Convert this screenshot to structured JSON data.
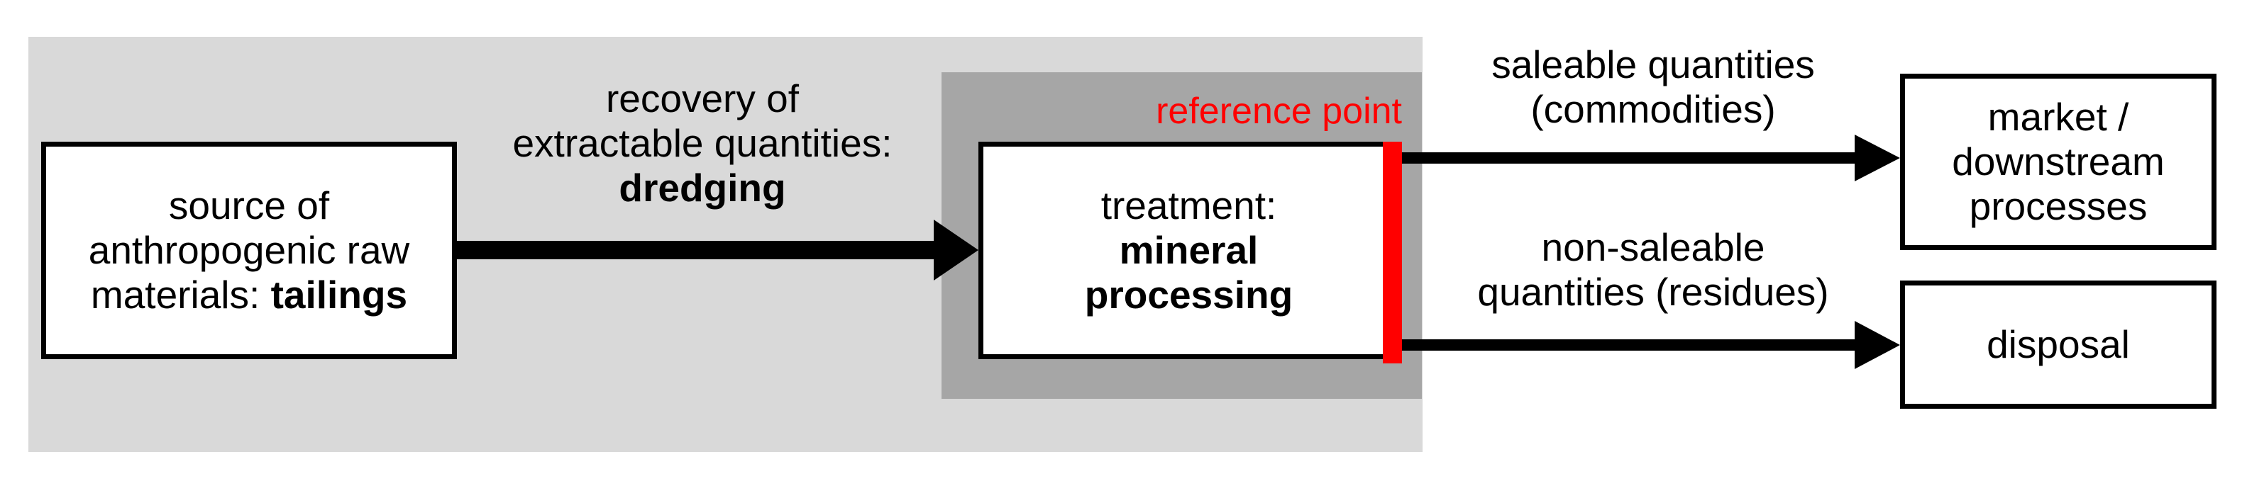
{
  "colors": {
    "outer_region": "#d9d9d9",
    "inner_region": "#a6a6a6",
    "reference": "#ff0000",
    "stroke": "#000000"
  },
  "source": {
    "line1": "source of",
    "line2": "anthropogenic raw",
    "line3_prefix": "materials: ",
    "line3_bold": "tailings"
  },
  "recovery": {
    "line1": "recovery of",
    "line2": "extractable quantities:",
    "line3_bold": "dredging"
  },
  "treatment": {
    "line1": "treatment:",
    "line2_bold": "mineral",
    "line3_bold": "processing"
  },
  "reference_point": "reference point",
  "saleable": {
    "line1": "saleable quantities",
    "line2": "(commodities)"
  },
  "non_saleable": {
    "line1": "non-saleable",
    "line2": "quantities (residues)"
  },
  "market": {
    "line1": "market /",
    "line2": "downstream",
    "line3": "processes"
  },
  "disposal": "disposal"
}
